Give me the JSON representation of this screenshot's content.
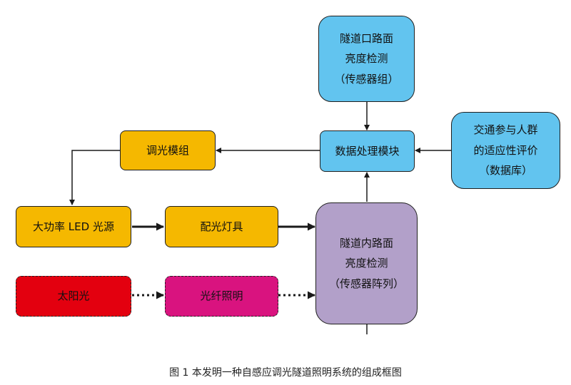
{
  "colors": {
    "blue": "#62c4ef",
    "orange": "#f5b800",
    "purple": "#b2a0c9",
    "red": "#e3000f",
    "magenta": "#d9137f",
    "line": "#1a1a1a"
  },
  "nodes": {
    "entrance_sensor": [
      "隧道口路面",
      "亮度检测",
      "（传感器组）"
    ],
    "traffic_db": [
      "交通参与人群",
      "的适应性评价",
      "（数据库）"
    ],
    "data_module": [
      "数据处理模块"
    ],
    "dimming_module": [
      "调光模组"
    ],
    "led_source": [
      "大功率 LED 光源"
    ],
    "luminaire": [
      "配光灯具"
    ],
    "interior_sensor": [
      "隧道内路面",
      "亮度检测",
      "（传感器阵列）"
    ],
    "sunlight": [
      "太阳光"
    ],
    "fiber_lighting": [
      "光纤照明"
    ]
  },
  "caption": "图 1  本发明一种自感应调光隧道照明系统的组成框图"
}
